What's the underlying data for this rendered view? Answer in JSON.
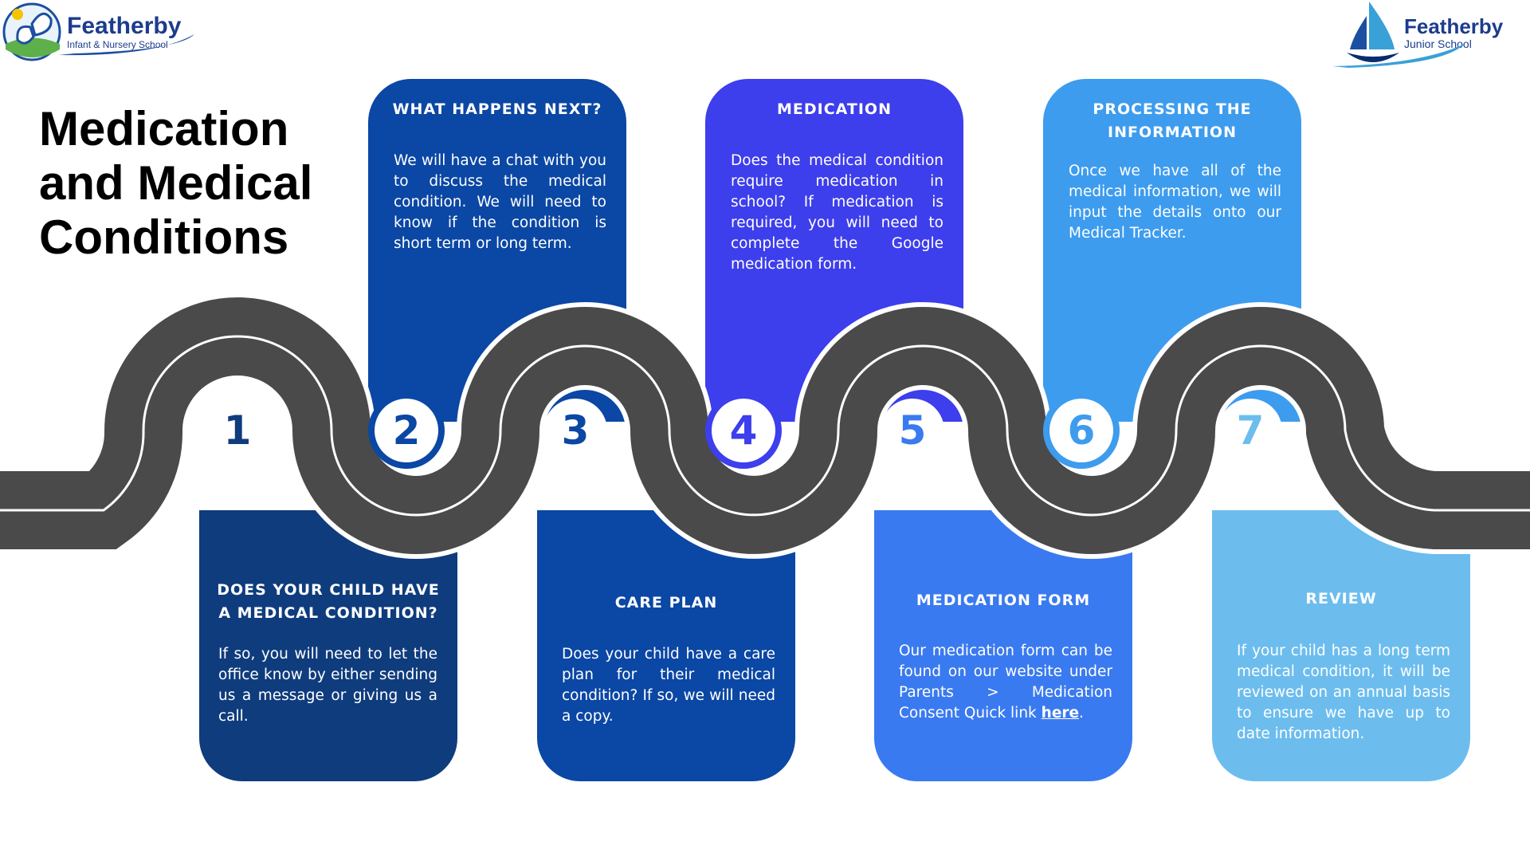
{
  "title": "Medication and Medical Conditions",
  "logos": {
    "left": {
      "name": "Featherby",
      "subtitle": "Infant & Nursery School"
    },
    "right": {
      "name": "Featherby",
      "subtitle": "Junior School"
    }
  },
  "colors": {
    "step1": "#0f3c7d",
    "step2": "#0b47a4",
    "step3": "#0b47a4",
    "step4": "#3d3eec",
    "step5": "#3a7af0",
    "step6": "#3d9cee",
    "step7": "#6cbdee",
    "road": "#4a4a4a"
  },
  "steps": [
    {
      "number": "1",
      "heading": "Does your child have a medical condition?",
      "body": "If so, you will need to let the office know by either sending us a message or giving us a call."
    },
    {
      "number": "2",
      "heading": "What happens next?",
      "body": "We will have a chat with you to discuss the medical condition. We will need to know if the condition is short term or long term."
    },
    {
      "number": "3",
      "heading": "Care Plan",
      "body": "Does your child have a care plan for their medical condition? If so, we will need a copy."
    },
    {
      "number": "4",
      "heading": "Medication",
      "body": "Does the medical condition require medication in school? If medication is required, you will need to complete the Google medication form."
    },
    {
      "number": "5",
      "heading": "Medication Form",
      "body": "Our medication form can be found on our website under Parents > Medication Consent Quick link",
      "link": "here",
      "after_link": "."
    },
    {
      "number": "6",
      "heading": "Processing the information",
      "body": "Once we have all of the medical information, we will input the details onto our Medical Tracker."
    },
    {
      "number": "7",
      "heading": "Review",
      "body": "If your child has a long term medical condition, it will be reviewed on an annual basis to ensure we have up to date information."
    }
  ]
}
